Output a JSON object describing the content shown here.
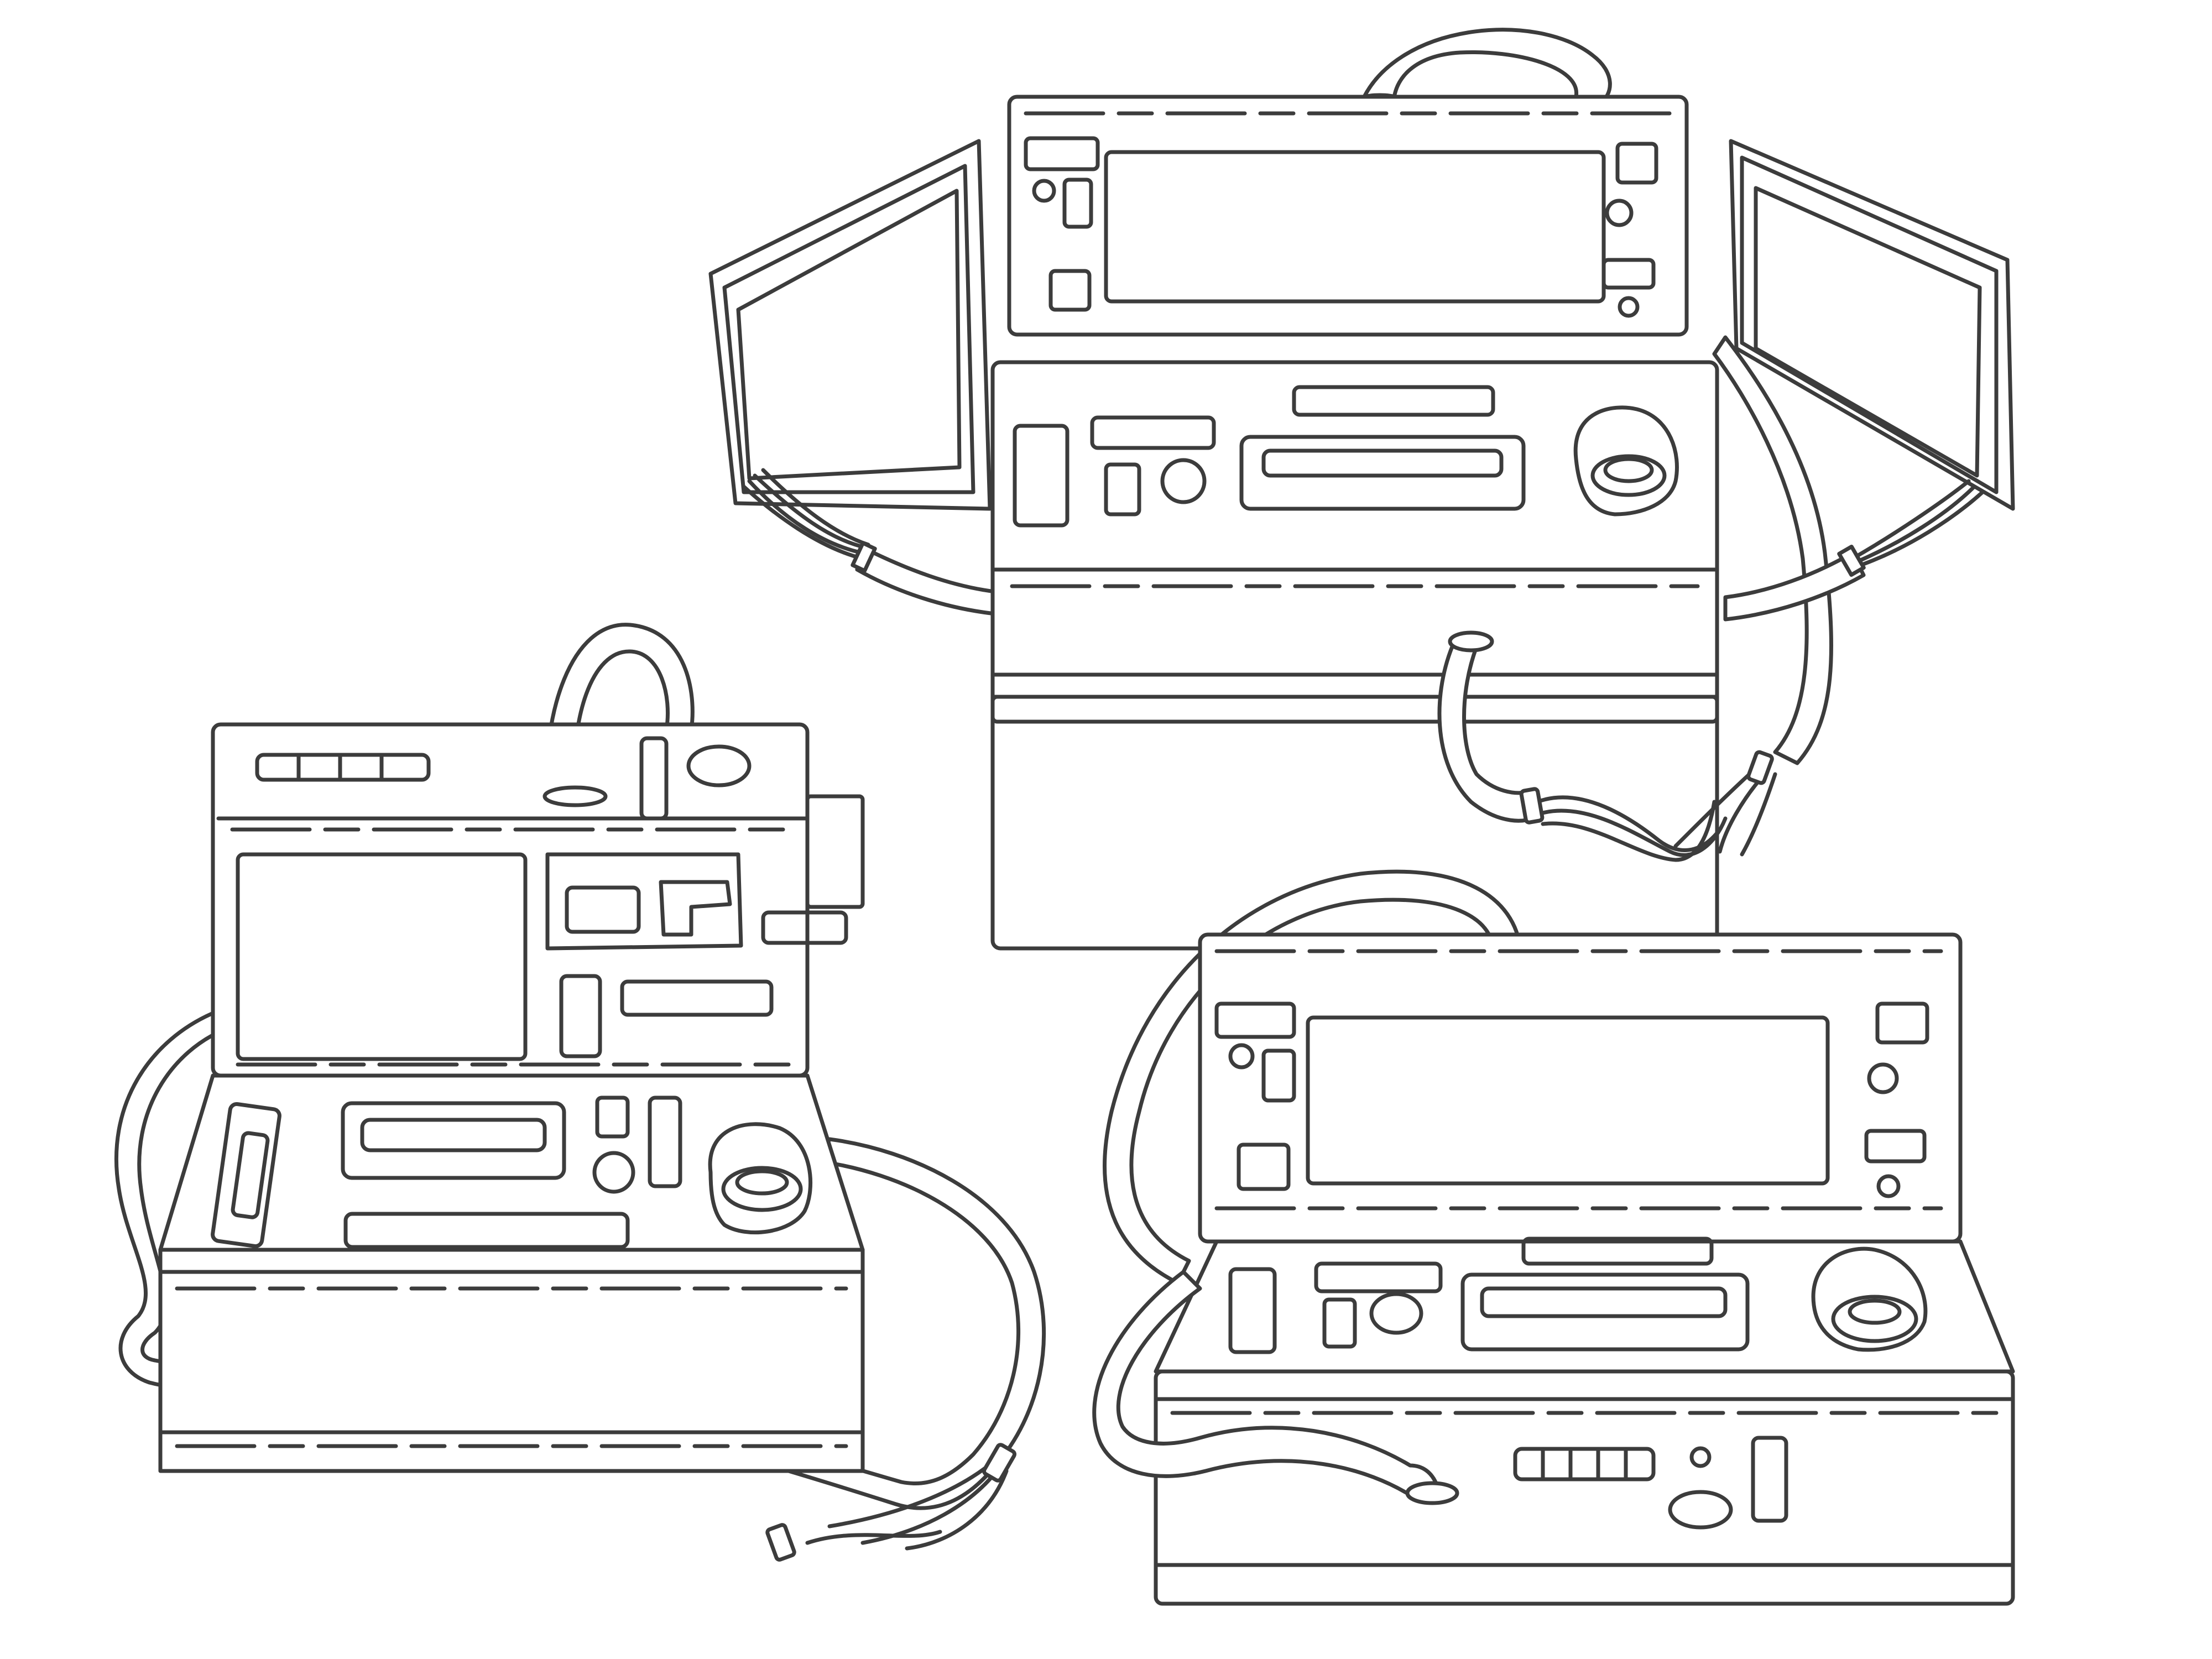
{
  "illustration": {
    "style": "line-art",
    "stroke_color": "#3c3c3c",
    "background_color": "#ffffff",
    "subject": "defibrillator",
    "views": [
      "top-right-open-paddles",
      "bottom-left-angled",
      "bottom-right-front"
    ]
  }
}
